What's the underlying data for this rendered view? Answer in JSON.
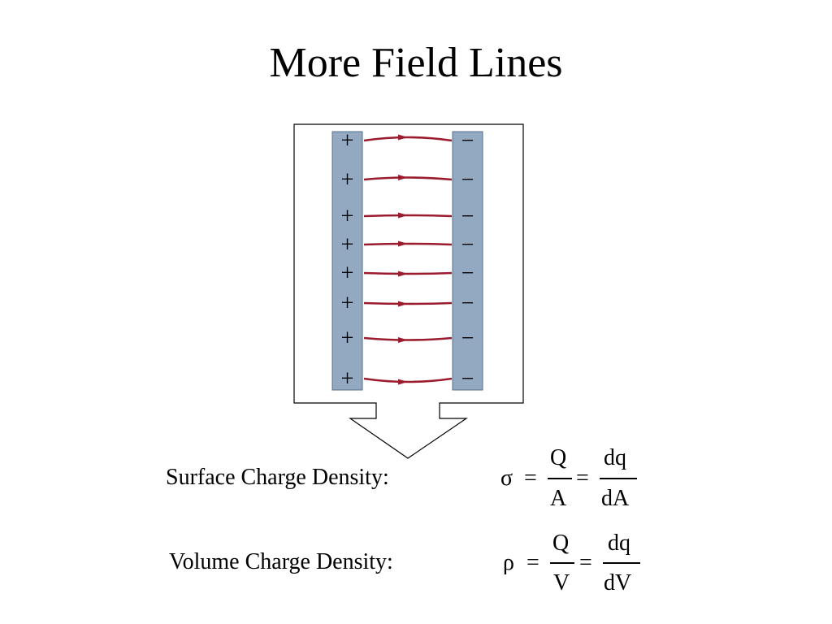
{
  "slide": {
    "title": "More Field Lines"
  },
  "diagram": {
    "positive_plate_sign": "+",
    "negative_plate_sign": "−",
    "field_line_count": 8,
    "colors": {
      "plate_fill": "#93a9c1",
      "plate_stroke": "#55708e",
      "field_line": "#9b1c2e",
      "frame": "#000000"
    }
  },
  "surface": {
    "label": "Surface Charge Density:",
    "symbol": "σ",
    "equals": "=",
    "num1": "Q",
    "den1": "A",
    "num2": "dq",
    "den2": "dA"
  },
  "volume": {
    "label": "Volume Charge Density:",
    "symbol": "ρ",
    "equals": "=",
    "num1": "Q",
    "den1": "V",
    "num2": "dq",
    "den2": "dV"
  }
}
